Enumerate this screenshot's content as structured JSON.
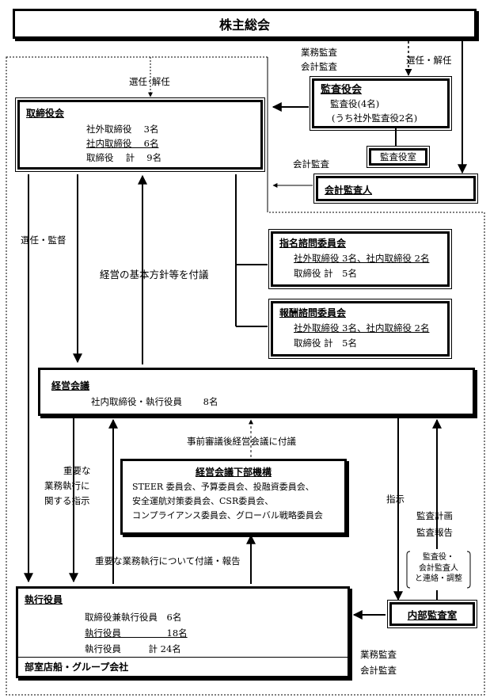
{
  "shareholders": "株主総会",
  "labels": {
    "select_dismiss_left": "選任･解任",
    "select_dismiss_right": "選任・解任",
    "business_audit_top": "業務監査",
    "accounting_audit_top": "会計監査",
    "accounting_audit_mid": "会計監査",
    "select_supervise": "選任・監督",
    "basic_policy": "経営の基本方針等を付議",
    "pre_review": "事前審議後経営会議に付議",
    "important_business_1": "重要な",
    "important_business_2": "業務執行に",
    "important_business_3": "関する指示",
    "important_report": "重要な業務執行について付議・報告",
    "instruction": "指示",
    "audit_plan": "監査計画",
    "audit_report": "監査報告",
    "liaison_1": "監査役・",
    "liaison_2": "会計監査人",
    "liaison_3": "と連絡・調整",
    "business_audit_bottom": "業務監査",
    "accounting_audit_bottom": "会計監査"
  },
  "board": {
    "title": "取締役会",
    "line1": "社外取締役　 3名",
    "line2": "社内取締役　 6名",
    "line3": "取締役　 計　 9名"
  },
  "audit_board": {
    "title": "監査役会",
    "line1": "監査役(4名)",
    "line2": "(うち社外監査役2名)"
  },
  "audit_office": "監査役室",
  "accounting_auditor": "会計監査人",
  "nomination": {
    "title": "指名諮問委員会",
    "line1": "社外取締役 3名、社内取締役 2名",
    "line2": "取締役 計　5名"
  },
  "remuneration": {
    "title": "報酬諮問委員会",
    "line1": "社外取締役 3名、社内取締役 2名",
    "line2": "取締役 計　5名"
  },
  "management_meeting": {
    "title": "経営会議",
    "line1": "社内取締役・執行役員　　 8名"
  },
  "sub_bodies": {
    "title": "経営会議下部機構",
    "line1": "STEER 委員会、予算委員会、投融資委員会、",
    "line2": "安全運航対策委員会、CSR委員会、",
    "line3": "コンプライアンス委員会、グローバル戦略委員会"
  },
  "executives": {
    "title": "執行役員",
    "line1": "取締役兼執行役員　6名",
    "line2": "執行役員　　　　　18名",
    "line3": "執行役員　　　計 24名",
    "footer": "部室店船・グループ会社"
  },
  "internal_audit": "内部監査室"
}
